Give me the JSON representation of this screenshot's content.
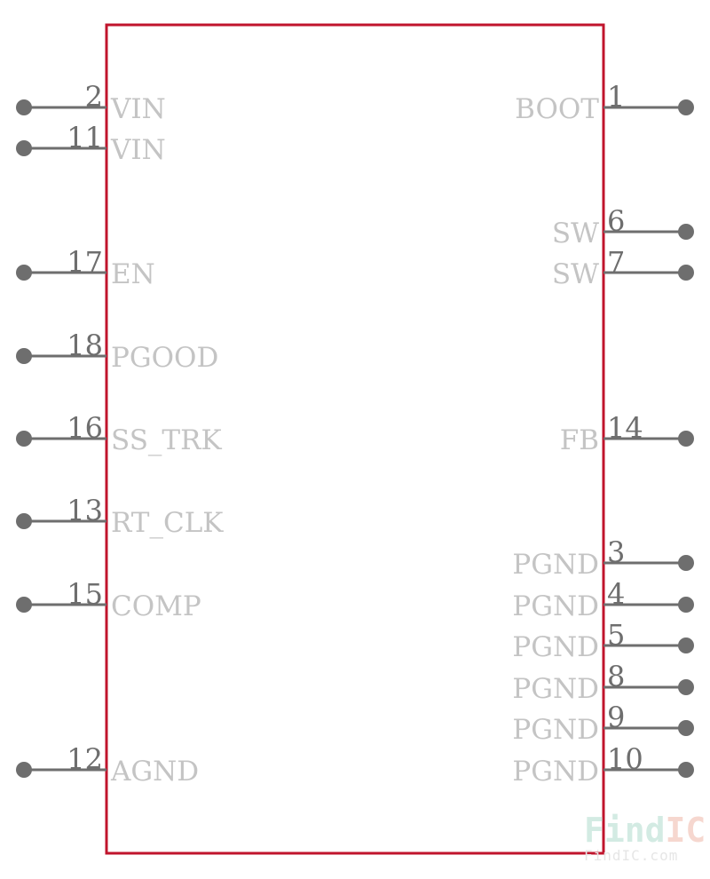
{
  "colors": {
    "body_outline": "#c0142c",
    "pin_line": "#6e6e6e",
    "pin_name": "#c4c4c4",
    "pin_number": "#6e6e6e",
    "watermark_find": "#d3ebe3",
    "watermark_ic": "#f6d7cf"
  },
  "left_pins": [
    {
      "number": "2",
      "name": "VIN"
    },
    {
      "number": "11",
      "name": "VIN"
    },
    {
      "number": "17",
      "name": "EN"
    },
    {
      "number": "18",
      "name": "PGOOD"
    },
    {
      "number": "16",
      "name": "SS_TRK"
    },
    {
      "number": "13",
      "name": "RT_CLK"
    },
    {
      "number": "15",
      "name": "COMP"
    },
    {
      "number": "12",
      "name": "AGND"
    }
  ],
  "right_pins": [
    {
      "number": "1",
      "name": "BOOT"
    },
    {
      "number": "6",
      "name": "SW"
    },
    {
      "number": "7",
      "name": "SW"
    },
    {
      "number": "14",
      "name": "FB"
    },
    {
      "number": "3",
      "name": "PGND"
    },
    {
      "number": "4",
      "name": "PGND"
    },
    {
      "number": "5",
      "name": "PGND"
    },
    {
      "number": "8",
      "name": "PGND"
    },
    {
      "number": "9",
      "name": "PGND"
    },
    {
      "number": "10",
      "name": "PGND"
    }
  ],
  "watermark": {
    "find": "Find",
    "ic": "IC",
    "url": "FindIC.com"
  }
}
